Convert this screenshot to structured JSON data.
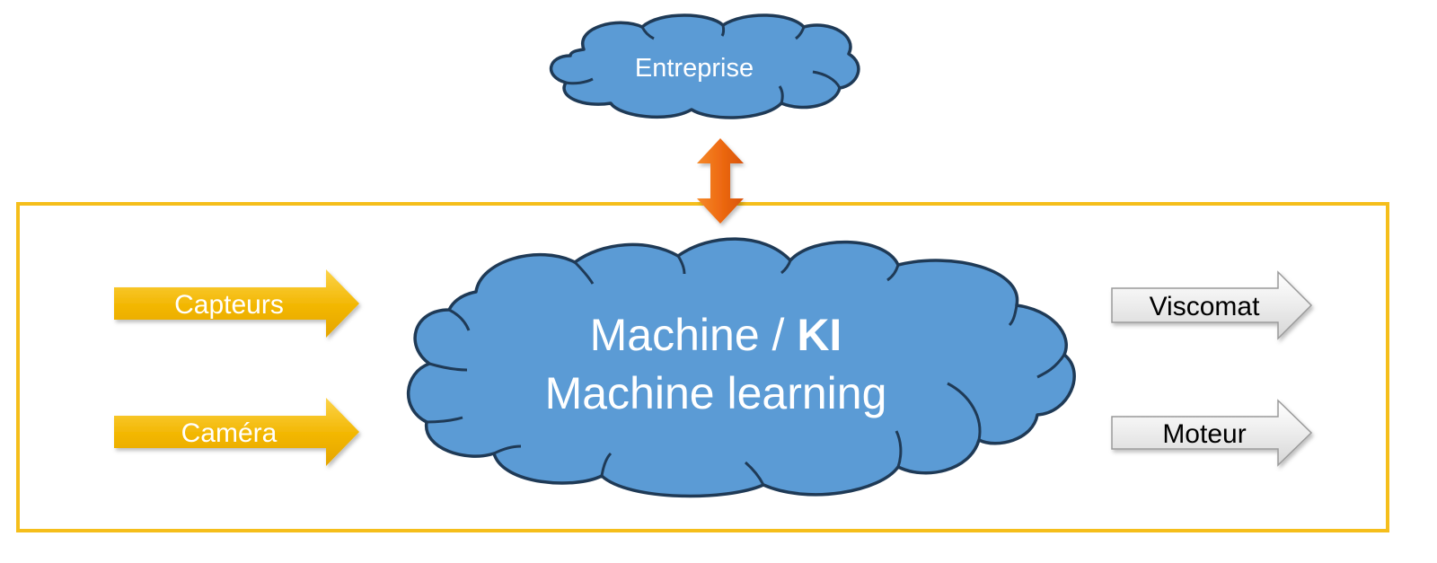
{
  "diagram": {
    "top_cloud": {
      "label": "Entreprise"
    },
    "main_cloud": {
      "line1_prefix": "Machine / ",
      "line1_bold": "KI",
      "line2": "Machine learning"
    },
    "inputs": [
      {
        "label": "Capteurs"
      },
      {
        "label": "Caméra"
      }
    ],
    "outputs": [
      {
        "label": "Viscomat"
      },
      {
        "label": "Moteur"
      }
    ],
    "connector": {
      "type": "bidirectional",
      "from": "Entreprise",
      "to": "Machine / KI"
    },
    "colors": {
      "cloud_fill": "#5b9bd5",
      "cloud_stroke": "#1f3a56",
      "frame": "#f5be1b",
      "input_arrow": "#f2b600",
      "output_arrow": "#e6e6e6",
      "connector_arrow": "#ee6a12"
    }
  }
}
